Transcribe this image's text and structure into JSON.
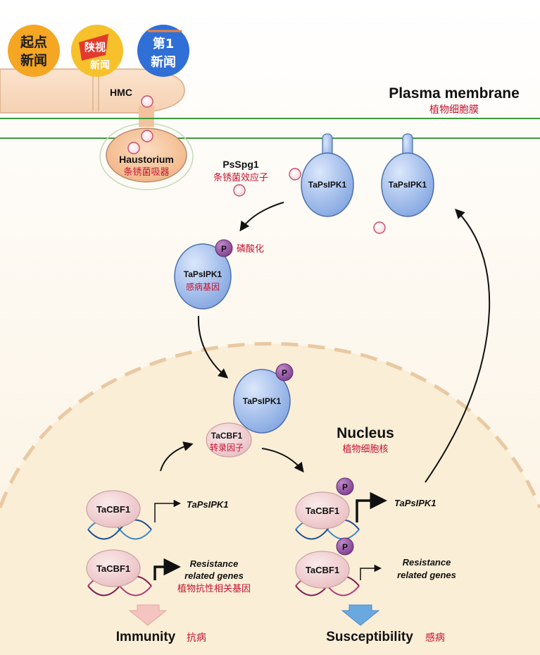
{
  "logos": [
    {
      "text_line1": "起点",
      "text_line2": "新闻"
    },
    {
      "text_line1": "陕视",
      "text_line2": "新闻"
    },
    {
      "text_line1": "第1",
      "text_line2": "新闻"
    }
  ],
  "membrane": {
    "title": "Plasma membrane",
    "title_cn": "植物细胞膜"
  },
  "hmc": {
    "label": "HMC"
  },
  "haustorium": {
    "label": "Haustorium",
    "label_cn": "条锈菌吸器"
  },
  "effector": {
    "label": "PsSpg1",
    "label_cn": "条锈菌效应子"
  },
  "kinase": {
    "name": "TaPsIPK1"
  },
  "phospho": {
    "p_label": "P",
    "label_cn": "磷酸化"
  },
  "kinase_cytoplasm": {
    "name": "TaPsIPK1",
    "label_cn": "感病基因"
  },
  "nucleus": {
    "title": "Nucleus",
    "title_cn": "植物细胞核"
  },
  "tf": {
    "name": "TaCBF1",
    "label_cn": "转录因子"
  },
  "left_panel": {
    "gene1": "TaPsIPK1",
    "gene2_line1": "Resistance",
    "gene2_line2": "related genes",
    "gene2_cn": "植物抗性相关基因",
    "outcome": "Immunity",
    "outcome_cn": "抗病"
  },
  "right_panel": {
    "gene1": "TaPsIPK1",
    "gene2_line1": "Resistance",
    "gene2_line2": "related genes",
    "outcome": "Susceptibility",
    "outcome_cn": "感病"
  },
  "colors": {
    "membrane_line": "#3f9a3a",
    "nucleus_dash": "#e9c9a2",
    "kinase_fill": "#a9c4ef",
    "haustorium_fill": "#f6c6a0",
    "pink_text": "#c4122f",
    "phospho_fill": "#9b5aa6",
    "tf_fill": "#f2d4d4"
  }
}
